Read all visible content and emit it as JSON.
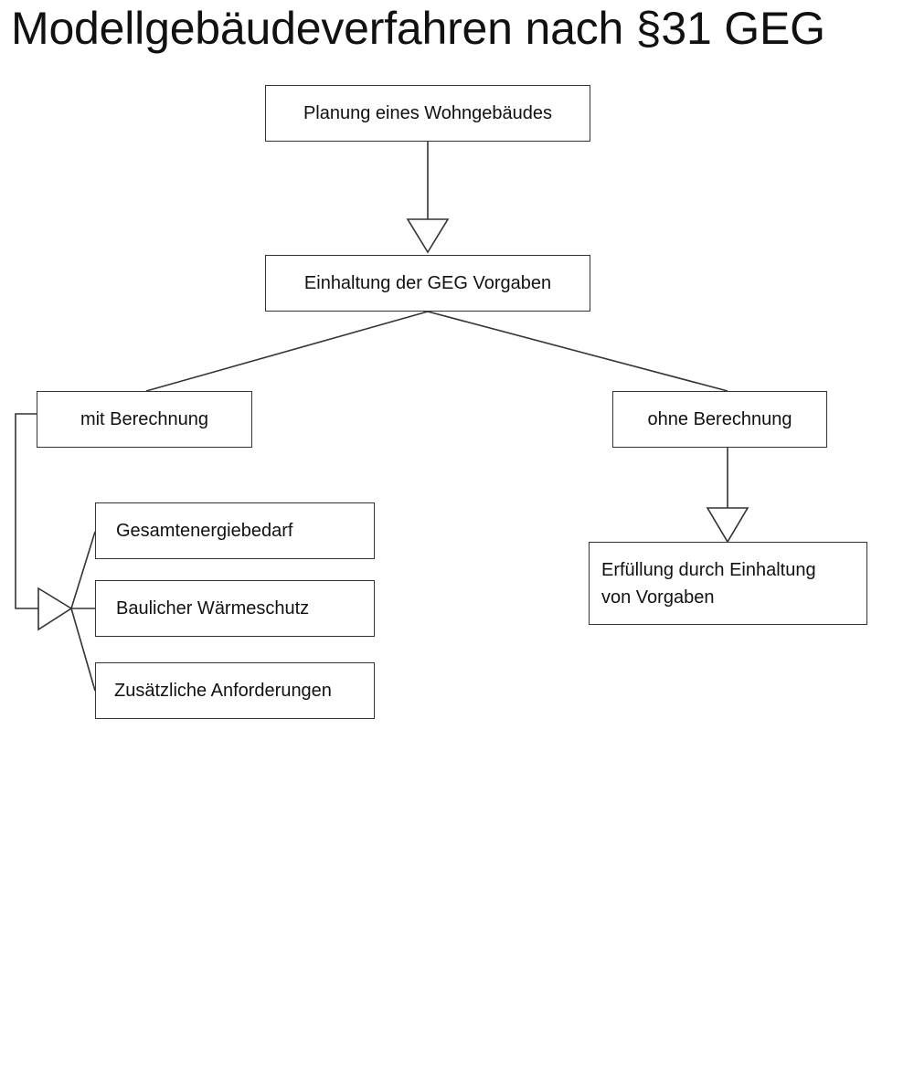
{
  "title": "Modellgebäudeverfahren nach §31 GEG",
  "nodes": {
    "planung": "Planung eines Wohngebäudes",
    "einhaltung": "Einhaltung der GEG Vorgaben",
    "mit_berechnung": "mit Berechnung",
    "ohne_berechnung": "ohne Berechnung",
    "gesamtenergiebedarf": "Gesamtenergiebedarf",
    "baulicher_waermeschutz": "Baulicher Wärmeschutz",
    "zusaetzliche_anforderungen": "Zusätzliche Anforderungen",
    "erfuellung_line1": "Erfüllung durch Einhaltung",
    "erfuellung_line2": "von Vorgaben"
  },
  "colors": {
    "line": "#333333",
    "text": "#111111",
    "background": "#ffffff"
  }
}
